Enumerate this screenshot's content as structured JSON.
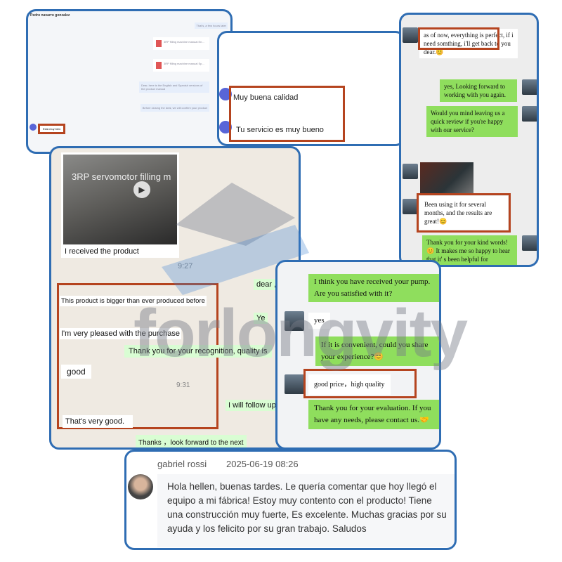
{
  "panel1": {
    "contact": "Pedro navarro gonzalez",
    "msgs": [
      "That's, a few hours later",
      "3RP filling machine manual En...",
      "3RP filling machine manual Sp...",
      "Dear, here is the English and Spanish versions of the product manual",
      "Before closing the deal, we will confirm your product"
    ],
    "customer_reply": "Está muy bien"
  },
  "panel2": {
    "msgs": [
      "Muy buena calidad",
      "Tu servicio es muy bueno"
    ]
  },
  "panel3": {
    "msgs": [
      "as of now, everything is perfect, if i need somthing, i'll get back to you dear.😊",
      "yes, Looking forward to working with you again.",
      "Would you mind leaving us a quick review if you're happy with our service?",
      "Been using it for several months, and the results are great!😊",
      "Thank you for your kind words! 😊 It makes me so happy to hear that it' s been helpful for"
    ]
  },
  "panel4": {
    "video_caption": "3RP servomotor filling m",
    "received": "I received the product",
    "time1": "9:27",
    "dear": "dear ,",
    "bigger": "This product is bigger than ever produced before",
    "yes_partial": "Ye",
    "pleased": "I'm very pleased with the purchase",
    "thankyou": "Thank you for your recognition, quality is",
    "good": "good",
    "time2": "9:31",
    "follow": "I will follow up",
    "very_good": "That's very good.",
    "thanks": "Thanks ，look forward to the next"
  },
  "panel5": {
    "msgs": [
      "I think you have received your pump. Are you satisfied with it?",
      "yes",
      "If it is convenient, could you share your experience?😊",
      "good price，high quality",
      "Thank you for your evaluation. If you have any needs, please contact us.🤝"
    ]
  },
  "review": {
    "name": "gabriel rossi",
    "date": "2025-06-19 08:26",
    "text": "Hola hellen, buenas tardes. Le quería comentar que hoy llegó el equipo a mi fábrica! Estoy muy contento con el producto! Tiene una construcción muy fuerte, Es excelente. Muchas gracias por su ayuda y los felicito por su gran trabajo. Saludos"
  },
  "watermark": "forlongvity"
}
